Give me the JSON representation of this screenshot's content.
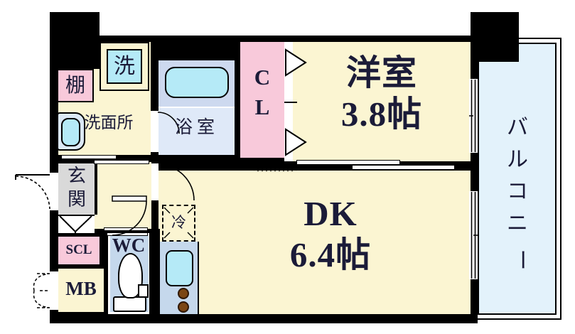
{
  "meta": {
    "title": "1DK floor plan"
  },
  "colors": {
    "wall": "#000000",
    "floor_cream": "#FBF5D2",
    "pink": "#F8C9DA",
    "room_blue": "#C5D8EC",
    "fixture_cyan": "#B5EAF7",
    "bath_upper": "#CDD9EF",
    "bath_lower": "#DFE9F8",
    "balcony_blue": "#E3F2FB",
    "entrance_gray": "#D9D9D9",
    "burner_brown": "#7B4613",
    "ink": "#1B1B38"
  },
  "rooms": {
    "western_room": {
      "name": "洋室",
      "size": "3.8帖"
    },
    "dining_kitchen": {
      "name": "DK",
      "size": "6.4帖"
    },
    "balcony": {
      "name": "バルコニー",
      "chars": [
        "バ",
        "ル",
        "コ",
        "ニ",
        "ー"
      ]
    },
    "washroom": {
      "name": "洗面所"
    },
    "bathroom": {
      "name": "浴室"
    },
    "closet": {
      "name": "CL",
      "chars": [
        "C",
        "L"
      ]
    },
    "entrance": {
      "name": "玄関",
      "chars": [
        "玄",
        "関"
      ]
    },
    "toilet": {
      "name": "WC"
    },
    "shoe_closet": {
      "name": "SCL"
    },
    "meter_box": {
      "name": "MB"
    }
  },
  "fixtures": {
    "washing_machine": {
      "label": "洗"
    },
    "shelf": {
      "label": "棚"
    },
    "refrigerator": {
      "label": "冷"
    }
  }
}
